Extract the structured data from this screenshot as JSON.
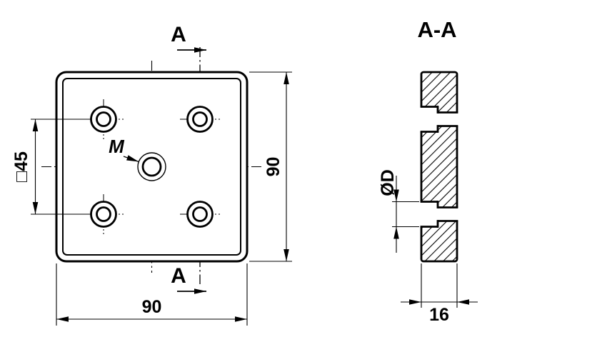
{
  "front_view": {
    "section_cut_label_top": "A",
    "section_cut_label_bottom": "A",
    "thread_label": "M",
    "dim_hole_pattern": "□45",
    "dim_plate_height": "90",
    "dim_plate_width": "90"
  },
  "section_view": {
    "title": "A-A",
    "dim_bore_diameter": "ØD",
    "dim_thickness": "16"
  }
}
